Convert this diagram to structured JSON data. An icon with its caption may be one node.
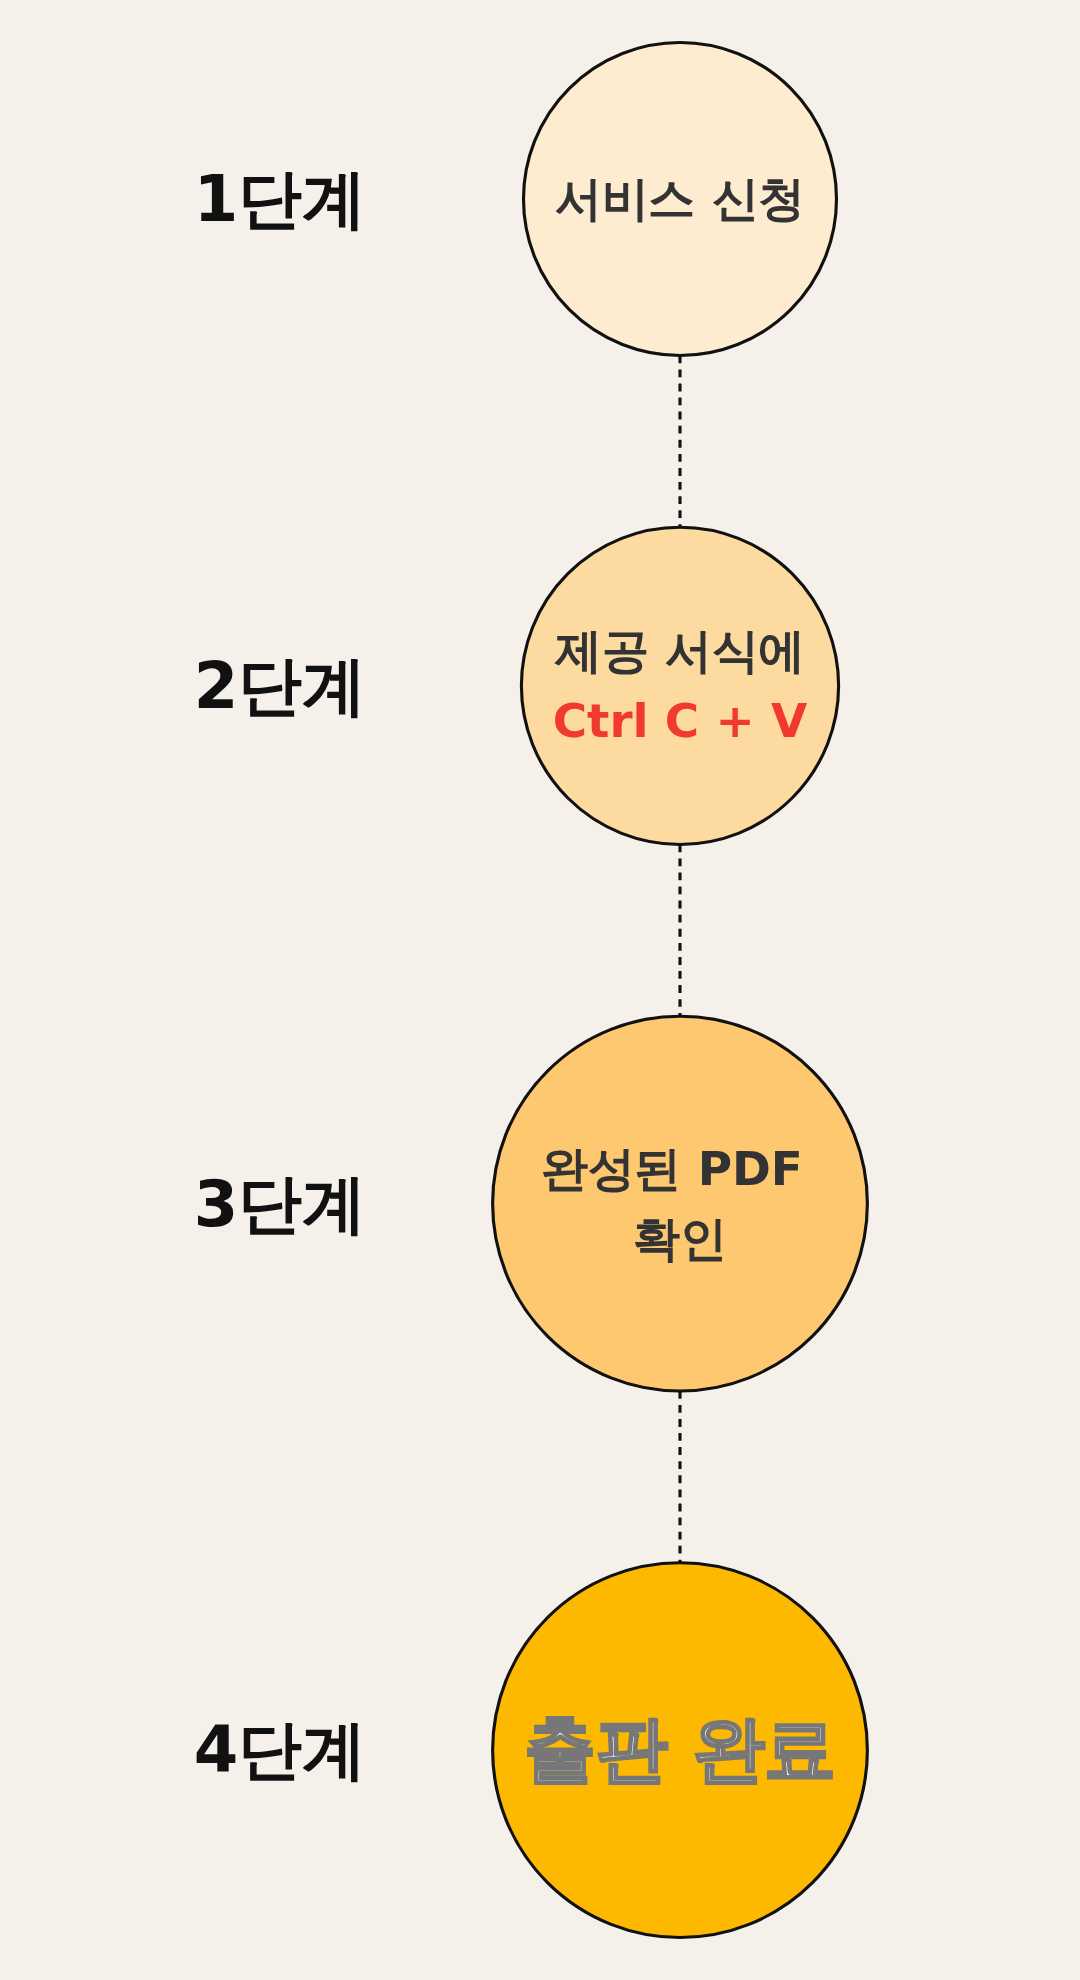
{
  "diagram": {
    "nodes": [
      {
        "text": [
          "서비스 신청"
        ],
        "beside": [
          "1단계"
        ]
      },
      {
        "text": [
          "제공 서식에",
          "Ctrl C + V"
        ],
        "beside": [
          "2단계"
        ]
      },
      {
        "text": [
          "완성된 PDF 확인"
        ],
        "beside": [
          "3단계"
        ]
      },
      {
        "text": [
          "출판 완료"
        ],
        "beside": [
          "4단계"
        ]
      }
    ],
    "edges": [
      {
        "from": 0,
        "to": 1,
        "arrow": "none",
        "style": "dashed"
      },
      {
        "from": 1,
        "to": 2,
        "arrow": "none",
        "style": "dashed"
      },
      {
        "from": 2,
        "to": 3,
        "arrow": "none",
        "style": "dashed"
      }
    ]
  }
}
